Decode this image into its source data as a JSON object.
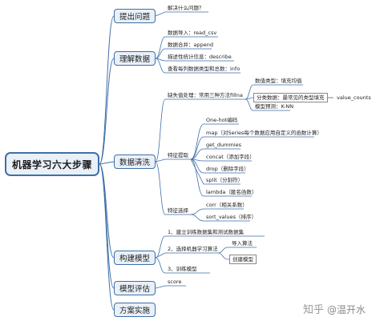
{
  "root": "机器学习六大步骤",
  "categories": {
    "question": "提出问题",
    "understand": "理解数据",
    "clean": "数据清洗",
    "model": "构建模型",
    "evaluate": "模型评估",
    "deploy": "方案实施"
  },
  "question_items": [
    "解决什么问题？"
  ],
  "understand_items": [
    "数据导入：read_csv",
    "数据合并：append",
    "描述性统计信息：describe",
    "查看每列数据类型和总数：info"
  ],
  "clean": {
    "missing": "缺失值处理：常用三种方法fillna",
    "missing_items": [
      "数值类型：填充均值",
      "分类数据：最常见的类型填充",
      "模型预测：K-NN"
    ],
    "value_counts": "value_counts",
    "extract": "特征提取",
    "extract_items": [
      "One-hot编码",
      "map（对Series每个数据应用自定义的函数计算）",
      "get_dummies",
      "concat（添加字段）",
      "drop（删除字段）",
      "split（分割符）",
      "lambda（匿名函数）"
    ],
    "select": "特征选择",
    "select_items": [
      "corr（相关系数）",
      "sort_values（排序）"
    ]
  },
  "model_items": [
    "1、建立训练数据集和测试数据集",
    "2、选择机器学习算法",
    "3、训练模型"
  ],
  "model_algo_items": [
    "导入算法",
    "创建模型"
  ],
  "evaluate_items": [
    "score"
  ],
  "watermark": {
    "brand": "知乎",
    "author": "@温开水"
  }
}
